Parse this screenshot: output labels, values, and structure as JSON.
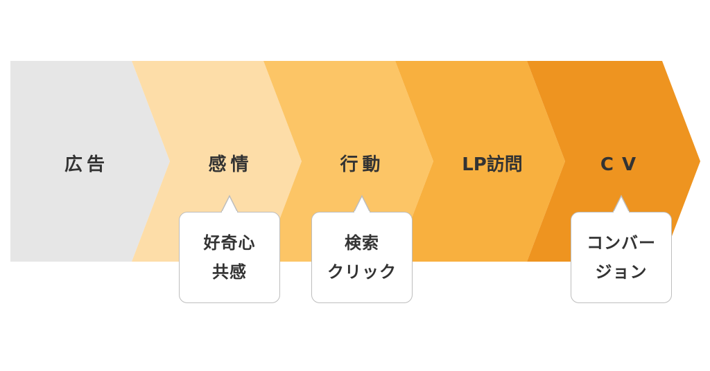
{
  "colors": {
    "stage1": "#e6e6e6",
    "stage2": "#fddda8",
    "stage3": "#fcc566",
    "stage4": "#f8b03f",
    "stage5": "#ee9420",
    "label_text": "#333333",
    "callout_border": "#bdbdbd",
    "callout_fill": "#ffffff"
  },
  "stages": [
    {
      "label": "広告"
    },
    {
      "label": "感情"
    },
    {
      "label": "行動"
    },
    {
      "label": "LP訪問"
    },
    {
      "label": "CV"
    }
  ],
  "callouts": [
    {
      "stage": "感情",
      "lines": [
        "好奇心",
        "共感"
      ]
    },
    {
      "stage": "行動",
      "lines": [
        "検索",
        "クリック"
      ]
    },
    {
      "stage": "CV",
      "lines": [
        "コンバー",
        "ジョン"
      ]
    }
  ]
}
